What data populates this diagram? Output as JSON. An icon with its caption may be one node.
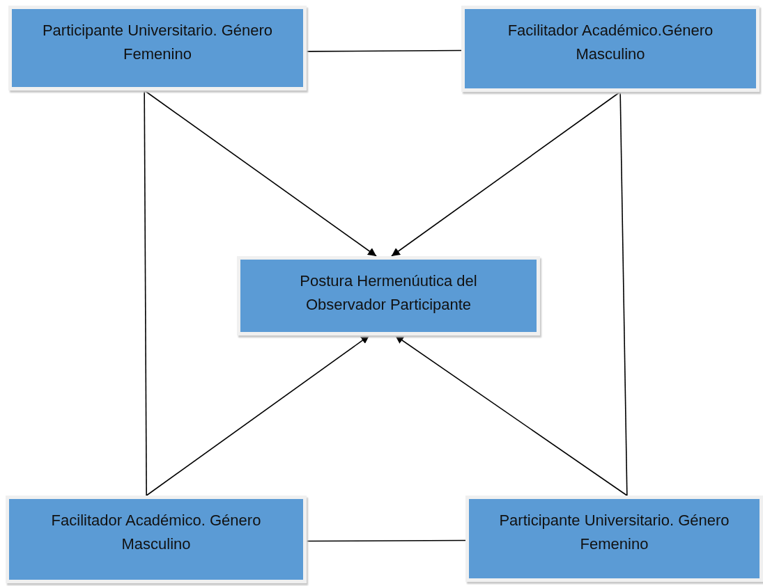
{
  "diagram": {
    "nodes": [
      {
        "text": [
          "Participante Universitario. Género Femenino"
        ]
      },
      {
        "text": [
          "Facilitador Académico.Género Masculino"
        ]
      },
      {
        "text": [
          "Postura Hermenúutica del Observador Participante"
        ]
      },
      {
        "text": [
          "Facilitador Académico. Género Masculino"
        ]
      },
      {
        "text": [
          "Participante Universitario. Género Femenino"
        ]
      }
    ],
    "edges": [
      {
        "from": 0,
        "to": 1,
        "arrow": "none"
      },
      {
        "from": 0,
        "to": 2,
        "arrow": "to"
      },
      {
        "from": 1,
        "to": 2,
        "arrow": "to"
      },
      {
        "from": 0,
        "to": 3,
        "arrow": "none"
      },
      {
        "from": 1,
        "to": 4,
        "arrow": "none"
      },
      {
        "from": 3,
        "to": 2,
        "arrow": "to"
      },
      {
        "from": 4,
        "to": 2,
        "arrow": "to"
      },
      {
        "from": 3,
        "to": 4,
        "arrow": "none"
      }
    ]
  }
}
